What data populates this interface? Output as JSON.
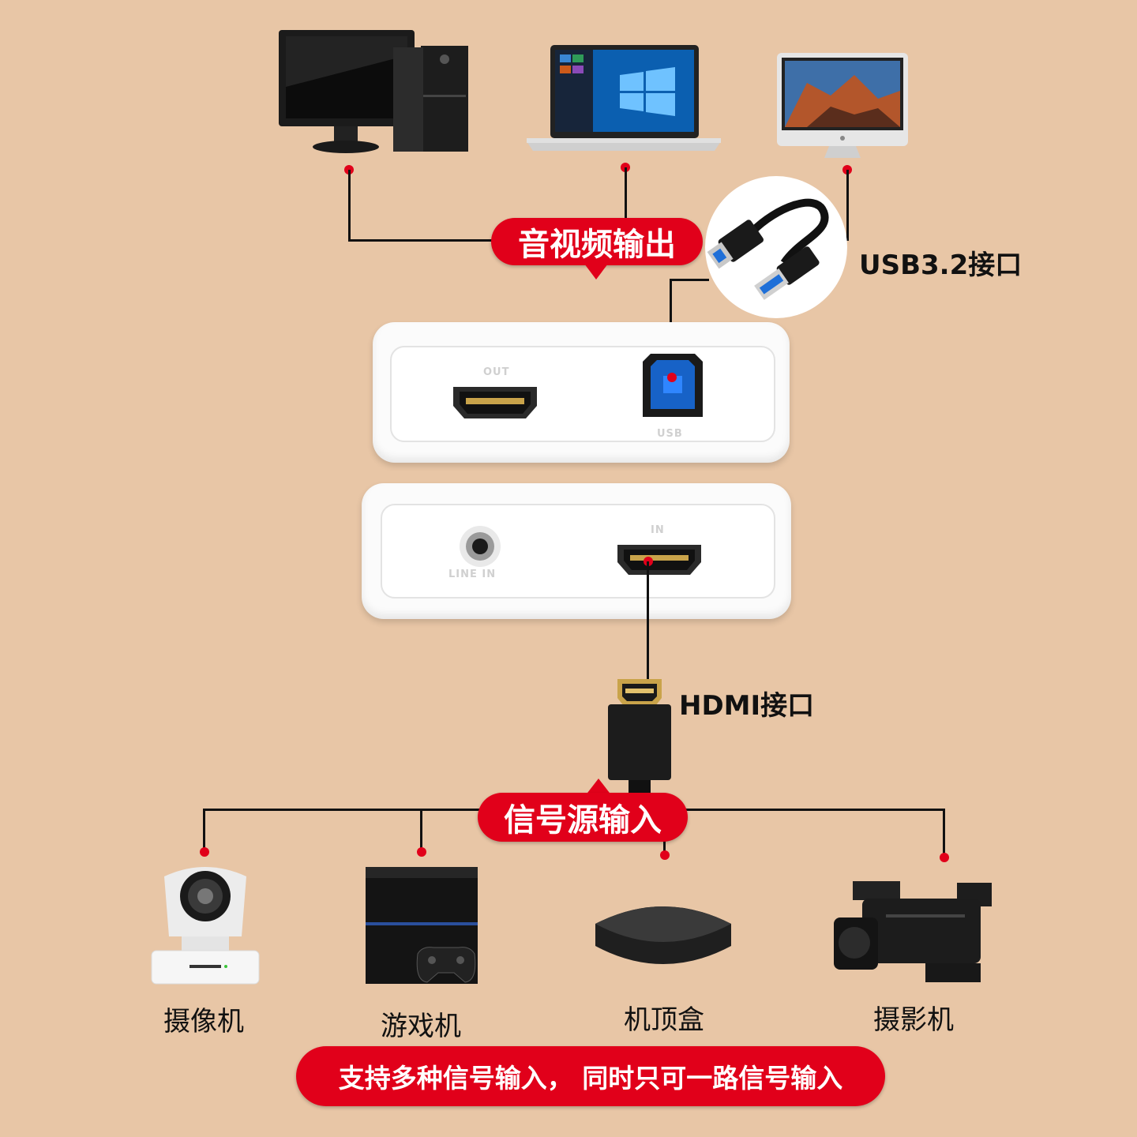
{
  "labels": {
    "av_output": "音视频输出",
    "usb_port": "USB3.2接口",
    "hdmi_port": "HDMI接口",
    "signal_input": "信号源输入",
    "bottom_banner": "支持多种信号输入， 同时只可一路信号输入"
  },
  "ports": {
    "out_label": "OUT",
    "usb_label": "USB",
    "in_label": "IN",
    "line_in_label": "LINE IN"
  },
  "outputs": [
    {
      "name": "desktop-computer",
      "icon": "desktop-pc-icon"
    },
    {
      "name": "laptop",
      "icon": "laptop-icon"
    },
    {
      "name": "all-in-one",
      "icon": "imac-icon"
    }
  ],
  "inputs": [
    {
      "label": "摄像机",
      "icon": "ptz-camera-icon"
    },
    {
      "label": "游戏机",
      "icon": "game-console-icon"
    },
    {
      "label": "机顶盒",
      "icon": "set-top-box-icon"
    },
    {
      "label": "摄影机",
      "icon": "camcorder-icon"
    }
  ],
  "colors": {
    "background": "#e8c6a6",
    "accent_red": "#e1001a",
    "device_white": "#fbfbfb"
  }
}
